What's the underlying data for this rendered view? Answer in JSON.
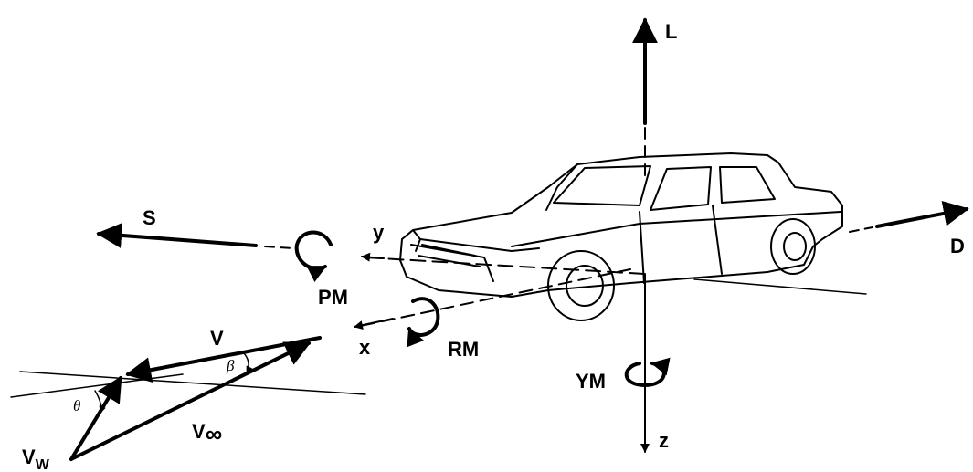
{
  "labels": {
    "lift": "L",
    "drag": "D",
    "side_force": "S",
    "axis_y": "y",
    "axis_x": "x",
    "axis_z": "z",
    "pitch_moment": "PM",
    "roll_moment": "RM",
    "yaw_moment": "YM",
    "velocity": "V",
    "beta": "β",
    "theta": "θ",
    "wind_velocity_base": "V",
    "wind_velocity_sub": "W",
    "freestream_base": "V",
    "freestream_sub": "∞"
  },
  "colors": {
    "ink": "#000000",
    "background": "#ffffff"
  }
}
